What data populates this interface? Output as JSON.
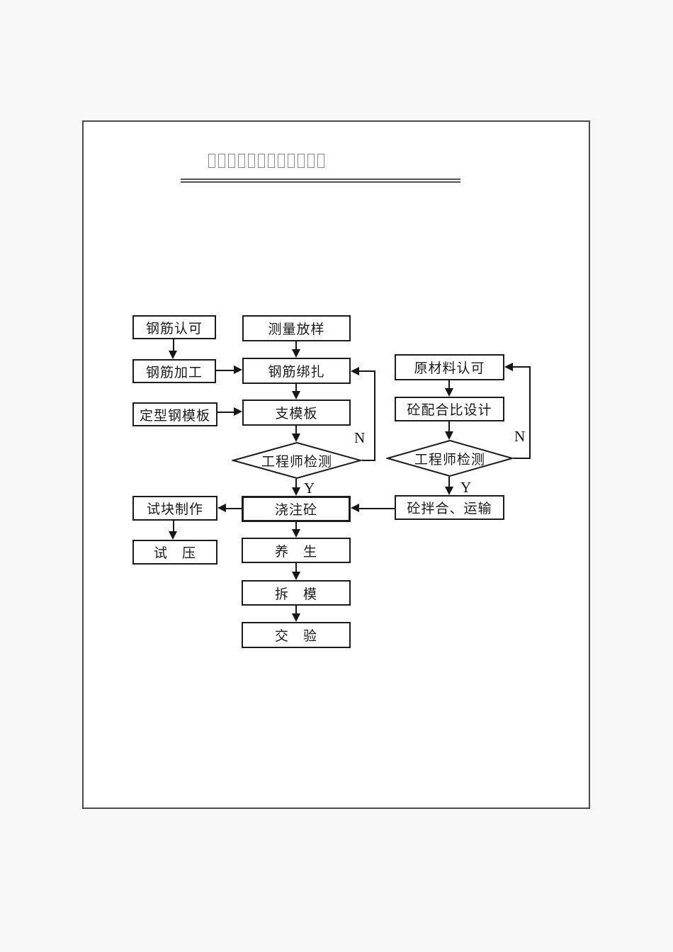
{
  "palette": {
    "line": "#161616",
    "box_border": "#1c1c1c",
    "missing_glyph_border": "#8a8a8a",
    "double_rule": "#555555",
    "page_background": "#ffffff",
    "canvas_background": "#f8f8f8",
    "text": "#1a1a1a"
  },
  "title": {
    "missing_glyph_count": 12
  },
  "flowchart": {
    "yes": "Y",
    "no": "N",
    "nodes": {
      "steel_approval": "钢筋认可",
      "survey_layout": "测量放样",
      "steel_processing": "钢筋加工",
      "steel_binding": "钢筋绑扎",
      "formwork_panels": "定型钢模板",
      "formwork_erection": "支模板",
      "raw_material_approval": "原材料认可",
      "mix_design": "砼配合比设计",
      "engineer_inspection_left": "工程师检测",
      "engineer_inspection_right": "工程师检测",
      "test_block_making": "试块制作",
      "concrete_pouring": "浇注砼",
      "mixing_transport": "砼拌合、运输",
      "pressure_test": "试　压",
      "curing": "养　生",
      "form_removal": "拆　模",
      "handover_inspection": "交　验"
    }
  }
}
